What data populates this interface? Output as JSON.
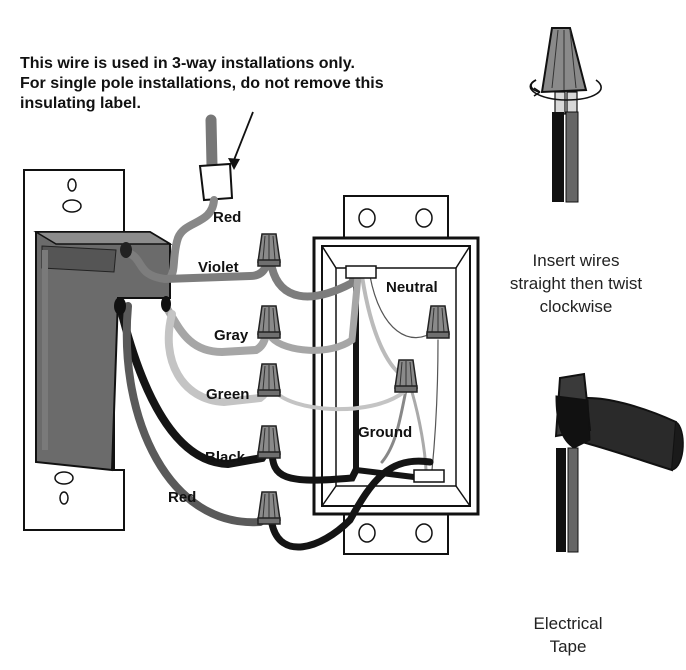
{
  "note": {
    "lines": [
      "This wire is used in 3-way installations only.",
      "For single pole installations, do not remove this",
      "insulating label."
    ]
  },
  "wire_labels": {
    "red_top": "Red",
    "violet": "Violet",
    "gray": "Gray",
    "green": "Green",
    "black": "Black",
    "red_bottom": "Red",
    "neutral": "Neutral",
    "ground": "Ground"
  },
  "twist_caption": [
    "Insert wires",
    "straight then twist",
    "clockwise"
  ],
  "tape_caption": [
    "Electrical",
    "Tape"
  ],
  "colors": {
    "violet_wire": "#7d7d7d",
    "gray_wire": "#a6a6a6",
    "green_wire": "#c4c4c4",
    "black_wire": "#141414",
    "red_wire": "#5a5a5a",
    "device_body": "#6b6b6b",
    "outline": "#111111"
  },
  "icons": [
    "wire-nut-icon",
    "twist-arrow-icon",
    "electrical-tape-icon"
  ]
}
